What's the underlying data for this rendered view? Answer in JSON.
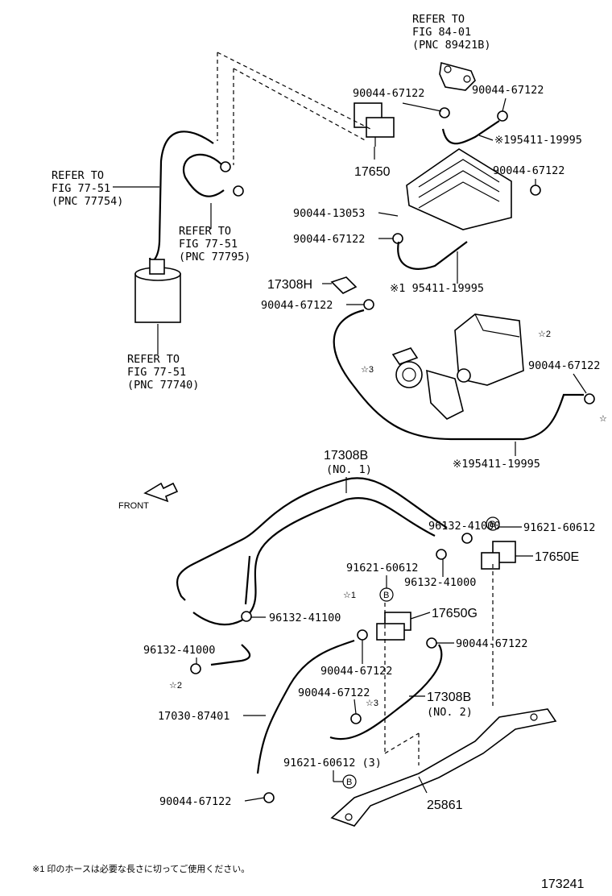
{
  "figure_number": "173241",
  "footnote": "※1 印のホースは必要な長さに切ってご使用ください。",
  "labels": {
    "ref_84_01_a": "REFER TO",
    "ref_84_01_b": "FIG 84-01",
    "ref_84_01_c": "(PNC 89421B)",
    "clip_top_left": "90044-67122",
    "clip_top_right": "90044-67122",
    "part_17650": "17650",
    "hose_195411_top": "※195411-19995",
    "clip_right_mid": "90044-67122",
    "ref_77754_a": "REFER TO",
    "ref_77754_b": "FIG 77-51",
    "ref_77754_c": "(PNC 77754)",
    "ref_77795_a": "REFER TO",
    "ref_77795_b": "FIG 77-51",
    "ref_77795_c": "(PNC 77795)",
    "part_90044_13053": "90044-13053",
    "clip_mid_left": "90044-67122",
    "part_17308H": "17308H",
    "hose_195411_mid": "※1 95411-19995",
    "clip_lower_left": "90044-67122",
    "ref_77740_a": "REFER TO",
    "ref_77740_b": "FIG 77-51",
    "ref_77740_c": "(PNC 77740)",
    "star2_upper": "☆2",
    "star3_upper": "☆3",
    "clip_far_right": "90044-67122",
    "star_far_right": "☆",
    "hose_195411_low": "※195411-19995",
    "part_17308B_no1": "17308B",
    "part_17308B_no1_sub": "(NO. 1)",
    "front": "FRONT",
    "clamp_96132_a": "96132-41000",
    "circle_b": "B",
    "bolt_91621_a": "91621-60612",
    "part_17650E": "17650E",
    "bolt_91621_b": "91621-60612",
    "clamp_96132_b": "96132-41000",
    "star1": "☆1",
    "part_17650G": "17650G",
    "clamp_96132_c": "96132-41100",
    "clamp_96132_d": "96132-41000",
    "clip_90044_c": "90044-67122",
    "clip_90044_d": "90044-67122",
    "star2_lower": "☆2",
    "clip_90044_e": "90044-67122",
    "star3_lower": "☆3",
    "part_17308B_no2": "17308B",
    "part_17308B_no2_sub": "(NO. 2)",
    "hose_17030": "17030-87401",
    "bolt_91621_c": "91621-60612 (3)",
    "bracket_25861": "25861",
    "clip_bottom": "90044-67122"
  }
}
